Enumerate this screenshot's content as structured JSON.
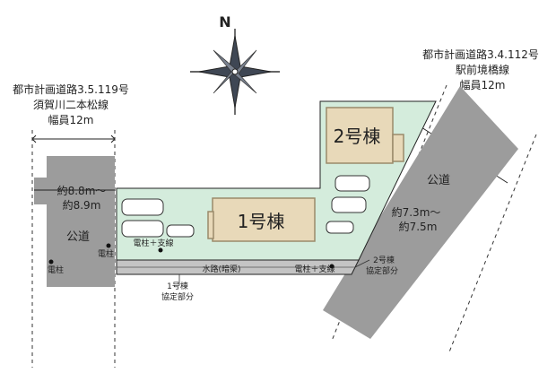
{
  "compass": {
    "north_label": "N"
  },
  "left_road": {
    "title_lines": [
      "都市計画道路3.5.119号",
      "須賀川二本松線",
      "幅員12m"
    ],
    "public_road_label": "公道",
    "width_lines": [
      "約8.8m〜",
      "約8.9m"
    ]
  },
  "right_road": {
    "title_lines": [
      "都市計画道路3.4.112号",
      "駅前境橋線",
      "幅員12m"
    ],
    "public_road_label": "公道",
    "width_lines": [
      "約7.3m〜",
      "約7.5m"
    ]
  },
  "buildings": {
    "building1": "1号棟",
    "building2": "2号棟"
  },
  "annotations": {
    "utility_pole": "電柱",
    "utility_pole_2": "電柱",
    "pole_and_stay_1": "電柱＋支線",
    "pole_and_stay_2": "電柱＋支線",
    "waterway": "水路(暗渠)",
    "agreement_1_lines": [
      "1号棟",
      "協定部分"
    ],
    "agreement_2_lines": [
      "2号棟",
      "協定部分"
    ]
  },
  "colors": {
    "road_gray": "#9c9c9c",
    "lot_green": "#d4ecdc",
    "building_beige": "#e8d9b9",
    "building_outline": "#9a8a6a",
    "strip_gray": "#c4c4c4"
  }
}
